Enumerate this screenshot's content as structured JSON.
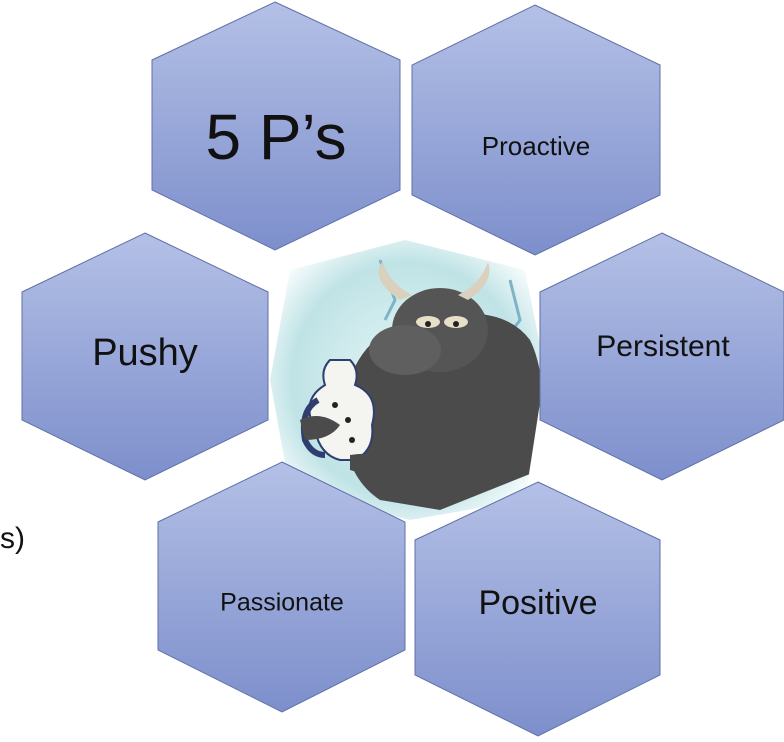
{
  "diagram": {
    "title_hex": "5 P’s",
    "hexagons": [
      {
        "id": "proactive",
        "label": "Proactive"
      },
      {
        "id": "pushy",
        "label": "Pushy"
      },
      {
        "id": "persistent",
        "label": "Persistent"
      },
      {
        "id": "passionate",
        "label": "Passionate"
      },
      {
        "id": "positive",
        "label": "Positive"
      }
    ],
    "center_image": "cartoon-bull-holding-vase"
  },
  "edge_fragment": "s)",
  "colors": {
    "hex_top": "#a9b6de",
    "hex_bottom": "#7f90cb",
    "hex_stroke": "#5f6f9f",
    "center_bg": "#c9e8ea",
    "bull": "#4a4a4a"
  }
}
